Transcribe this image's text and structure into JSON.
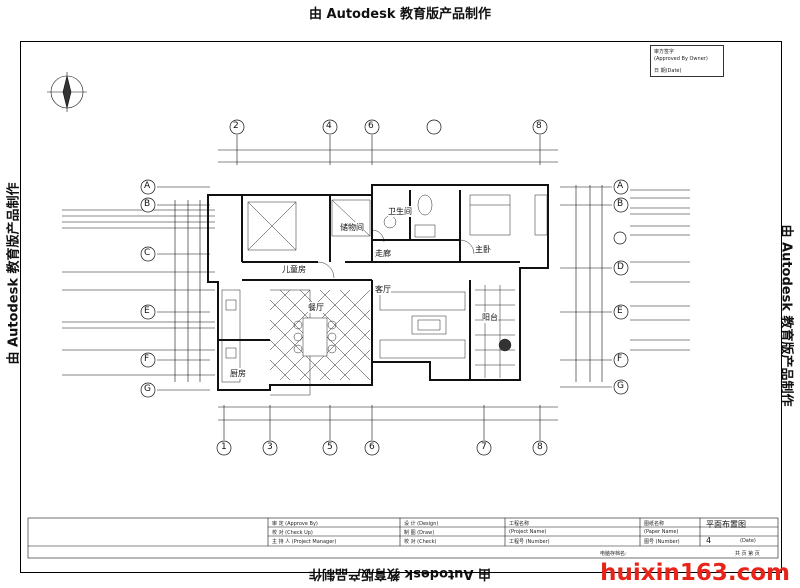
{
  "stamp_text": "由 Autodesk 教育版产品制作",
  "watermark": "huixin163.com",
  "approval_box": {
    "line1": "审方签字",
    "line2": "(Approved By Owner)",
    "line3": "日  期(Date)"
  },
  "axes_top": [
    "2",
    "4",
    "6",
    "8"
  ],
  "axes_bottom": [
    "1",
    "3",
    "5",
    "6",
    "7",
    "8"
  ],
  "axes_left": [
    "A",
    "B",
    "C",
    "E",
    "F",
    "G"
  ],
  "axes_right": [
    "A",
    "B",
    "D",
    "E",
    "F",
    "G"
  ],
  "rooms": {
    "child_room": "儿童房",
    "storage": "储物间",
    "bathroom": "卫生间",
    "hallway": "走廊",
    "master_bedroom": "主卧",
    "dining": "餐厅",
    "living": "客厅",
    "kitchen": "厨房",
    "balcony": "阳台"
  },
  "title_block": {
    "review_label": "审  定  (Approve By)",
    "check_label": "校  对  (Check Up)",
    "manager_label": "主 持 人 (Project Manager)",
    "design_label": "设 计 (Design)",
    "draw_label": "制 图 (Draw)",
    "proofread_label": "校 对 (Check)",
    "project_name_label": "工程名称",
    "project_name_en": "(Project Name)",
    "project_no_label": "工程号  (Number)",
    "drawing_name_label": "图纸名称",
    "drawing_name_en": "(Paper Name)",
    "drawing_name": "平面布置图",
    "sheet_no_label": "图号 (Number)",
    "sheet_no": "4",
    "date_label": "(Date)",
    "footer_left": "电脑存档名:",
    "footer_right": "共  页  第  页"
  }
}
